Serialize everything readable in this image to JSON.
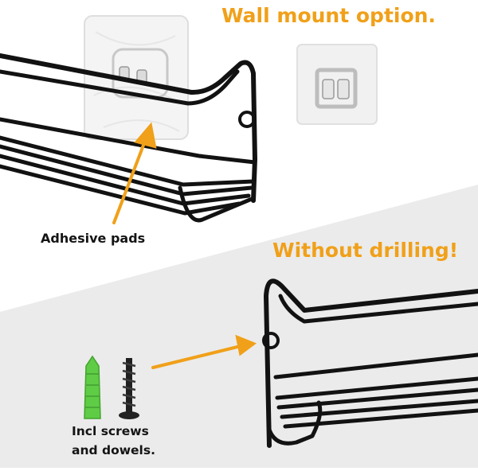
{
  "labels": {
    "wall_mount": "Wall mount option.",
    "without_drilling": "Without drilling!",
    "adhesive_pads": "Adhesive pads",
    "screws_dowels": "Incl screws\nand dowels."
  },
  "colors": {
    "accent": "#f0a019",
    "rack": "#121212",
    "lower_background": "#ebebeb",
    "dowel": "#5fcc45",
    "label_text": "#141414"
  },
  "icons": [
    "adhesive-pad",
    "spice-rack",
    "arrow",
    "screw",
    "wall-plug"
  ]
}
